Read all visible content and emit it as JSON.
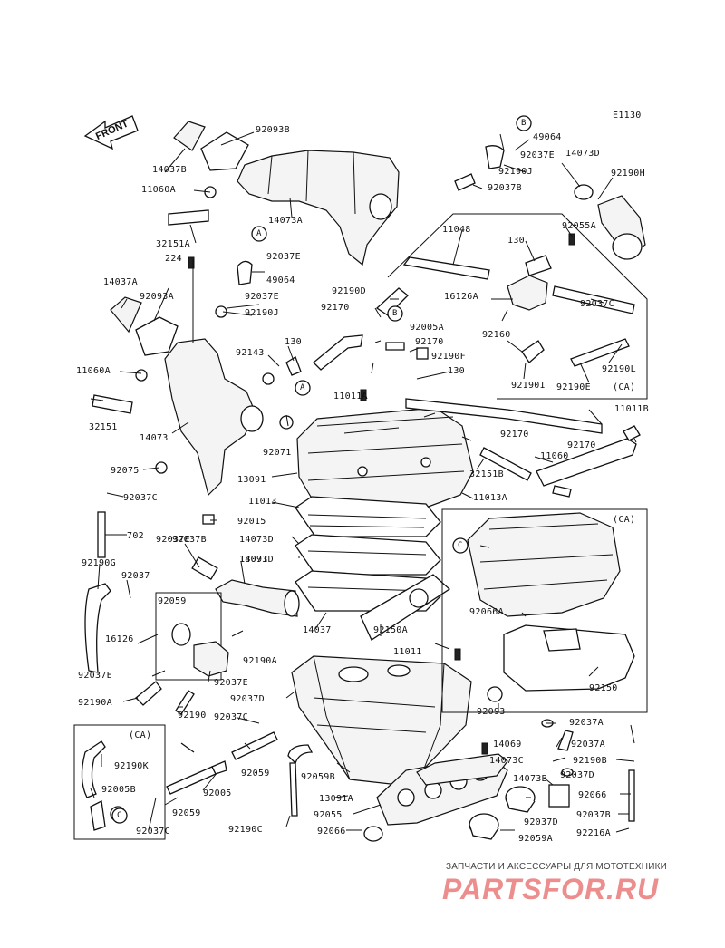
{
  "diagram_code": "E1130",
  "front_label": "FRONT",
  "region_label_ca": "(CA)",
  "callouts": [
    {
      "id": "A",
      "text": "A"
    },
    {
      "id": "B",
      "text": "B"
    },
    {
      "id": "C",
      "text": "C"
    }
  ],
  "parts": [
    "92093B",
    "14037B",
    "11060A",
    "14073A",
    "32151A",
    "224",
    "92037E",
    "49064",
    "92037E",
    "92190J",
    "14037A",
    "92093A",
    "11060A",
    "32151",
    "14073",
    "92143",
    "130",
    "92071",
    "92075",
    "92037C",
    "702",
    "92015",
    "92190G",
    "92037",
    "92037B",
    "14073D",
    "92190A",
    "16126",
    "92037E",
    "92190A",
    "92190",
    "92037C",
    "92059",
    "92005",
    "92059",
    "92037C",
    "92005B",
    "92190K",
    "92037E",
    "49064",
    "92037E",
    "92190J",
    "92037B",
    "14073D",
    "92190H",
    "11048",
    "130",
    "92055A",
    "16126A",
    "92160",
    "92190I",
    "92037C",
    "92190L",
    "92190E",
    "92190D",
    "92170",
    "92005A",
    "92170",
    "92190F",
    "130",
    "11011A",
    "13091",
    "11013",
    "14073D",
    "13091",
    "14037",
    "92150A",
    "11011",
    "92037D",
    "92059B",
    "13091A",
    "92055",
    "92066",
    "92190C",
    "92170",
    "32151B",
    "92170",
    "11060",
    "11011B",
    "11013A",
    "92066A",
    "92150",
    "92093",
    "14069",
    "14073C",
    "14073B",
    "92037D",
    "92059A",
    "92037A",
    "92037A",
    "92190B",
    "92037D",
    "92066",
    "92037B",
    "92216A",
    "92037E",
    "92059"
  ],
  "watermark": {
    "line": "ЗАПЧАСТИ И АКСЕССУАРЫ ДЛЯ МОТОТЕХНИКИ",
    "logo": "PARTSFOR.RU"
  }
}
